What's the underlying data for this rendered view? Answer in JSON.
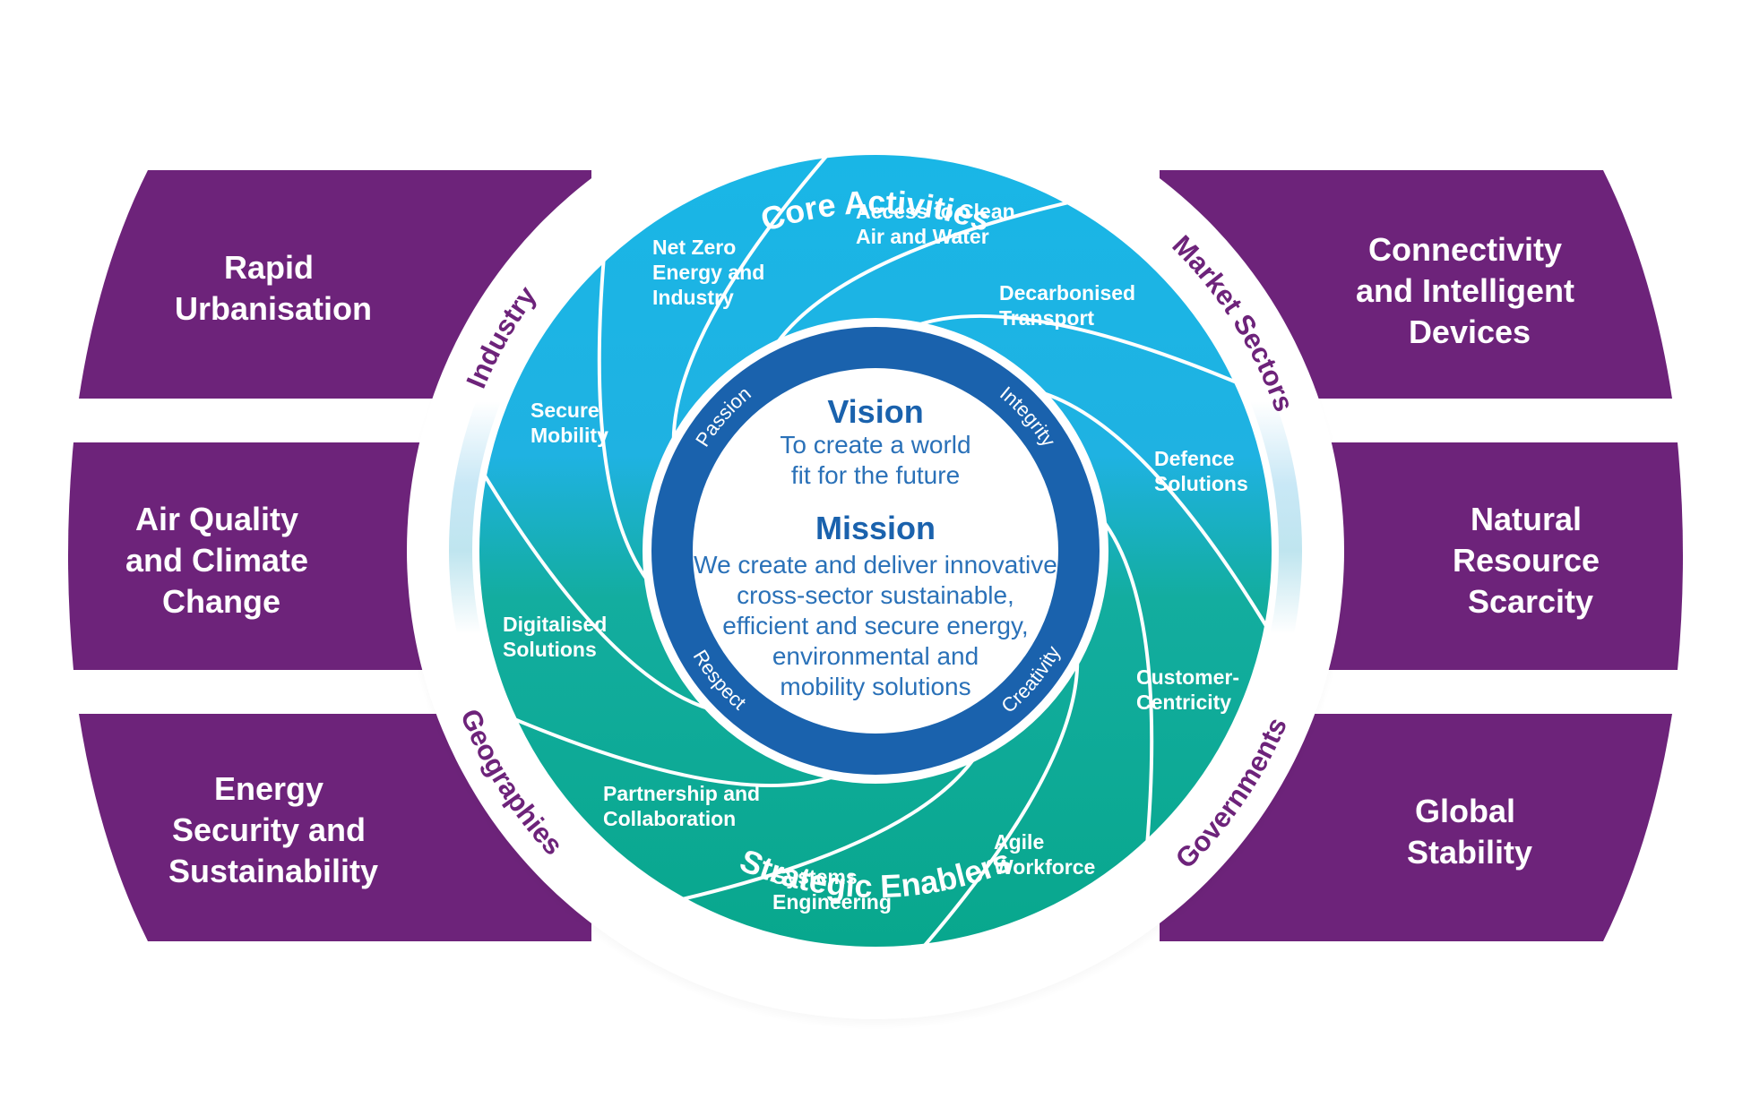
{
  "colors": {
    "purple": "#6d237a",
    "cyan": "#16b3e4",
    "teal": "#0ba98f",
    "hub_ring": "#1a62ad",
    "hub_text": "#2a71b8"
  },
  "bands": {
    "left": [
      {
        "lines": [
          "Rapid",
          "Urbanisation"
        ]
      },
      {
        "lines": [
          "Air Quality",
          "and Climate",
          "Change"
        ]
      },
      {
        "lines": [
          "Energy",
          "Security and",
          "Sustainability"
        ]
      }
    ],
    "right": [
      {
        "lines": [
          "Connectivity",
          "and Intelligent",
          "Devices"
        ]
      },
      {
        "lines": [
          "Natural",
          "Resource",
          "Scarcity"
        ]
      },
      {
        "lines": [
          "Global",
          "Stability"
        ]
      }
    ]
  },
  "outer_ring": {
    "industry": "Industry",
    "market_sectors": "Market Sectors",
    "geographies": "Geographies",
    "governments": "Governments"
  },
  "ring_titles": {
    "top": "Core Activities",
    "bottom": "Strategic Enablers"
  },
  "segments": {
    "core": [
      {
        "lines": [
          "Net Zero",
          "Energy and",
          "Industry"
        ]
      },
      {
        "lines": [
          "Access to Clean",
          "Air and Water"
        ]
      },
      {
        "lines": [
          "Decarbonised",
          "Transport"
        ]
      },
      {
        "lines": [
          "Defence",
          "Solutions"
        ]
      },
      {
        "lines": [
          "Secure",
          "Mobility"
        ]
      }
    ],
    "enablers": [
      {
        "lines": [
          "Digitalised",
          "Solutions"
        ]
      },
      {
        "lines": [
          "Customer-",
          "Centricity"
        ]
      },
      {
        "lines": [
          "Partnership and",
          "Collaboration"
        ]
      },
      {
        "lines": [
          "Agile",
          "Workforce"
        ]
      },
      {
        "lines": [
          "Systems",
          "Engineering"
        ]
      }
    ]
  },
  "values": {
    "passion": "Passion",
    "integrity": "Integrity",
    "respect": "Respect",
    "creativity": "Creativity"
  },
  "hub": {
    "vision_title": "Vision",
    "vision_lines": [
      "To create a world",
      "fit for the future"
    ],
    "mission_title": "Mission",
    "mission_lines": [
      "We create and deliver innovative",
      "cross-sector sustainable,",
      "efficient and secure energy,",
      "environmental and",
      "mobility solutions"
    ]
  }
}
